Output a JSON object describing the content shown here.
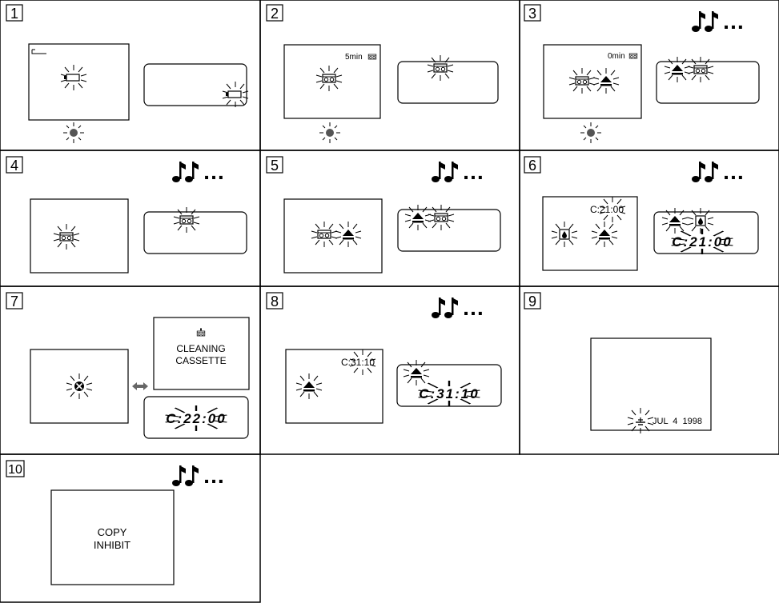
{
  "panels": [
    {
      "num": "1"
    },
    {
      "num": "2",
      "readout": "5min"
    },
    {
      "num": "3",
      "readout": "0min"
    },
    {
      "num": "4"
    },
    {
      "num": "5"
    },
    {
      "num": "6",
      "screen_time": "C:21:00",
      "lcd_time": "C:21:00"
    },
    {
      "num": "7",
      "message_line1": "CLEANING",
      "message_line2": "CASSETTE",
      "lcd_time": "C:22:00"
    },
    {
      "num": "8",
      "screen_time": "C:31:10",
      "lcd_time": "C:31:10"
    },
    {
      "num": "9",
      "date": "JUL  4  1998"
    },
    {
      "num": "10",
      "message_line1": "COPY",
      "message_line2": "INHIBIT"
    }
  ],
  "beep_indicator": {
    "dots": "…"
  },
  "colors": {
    "line": "#000000",
    "lamp": "#555555"
  }
}
